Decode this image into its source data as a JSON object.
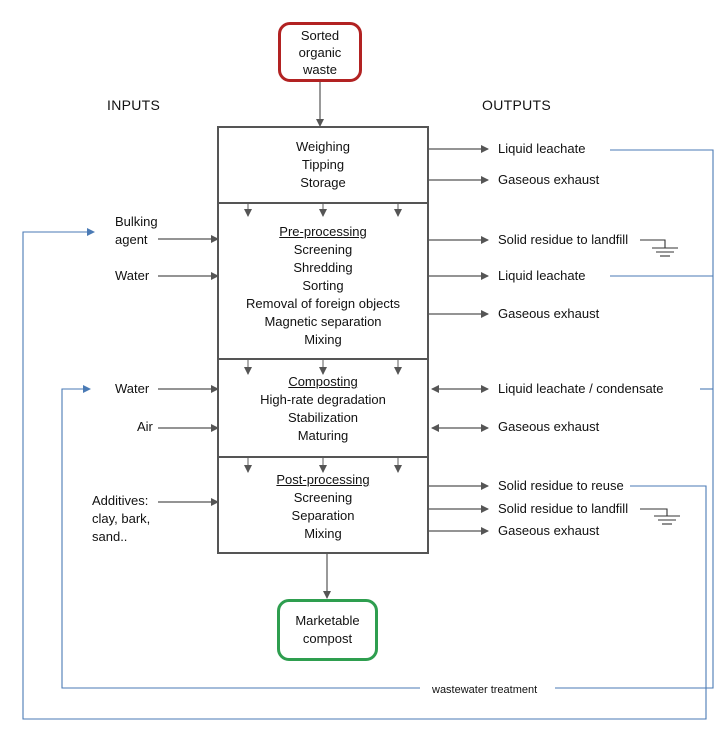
{
  "source_node": {
    "lines": [
      "Sorted",
      "organic",
      "waste"
    ],
    "border_color": "#b22222"
  },
  "headers": {
    "inputs": "INPUTS",
    "outputs": "OUTPUTS"
  },
  "stages": {
    "receiving": {
      "steps": [
        "Weighing",
        "Tipping",
        "Storage"
      ]
    },
    "pre_processing": {
      "title": "Pre-processing",
      "steps": [
        "Screening",
        "Shredding",
        "Sorting",
        "Removal of foreign objects",
        "Magnetic separation",
        "Mixing"
      ]
    },
    "composting": {
      "title": "Composting",
      "steps": [
        "High-rate degradation",
        "Stabilization",
        "Maturing"
      ]
    },
    "post_processing": {
      "title": "Post-processing",
      "steps": [
        "Screening",
        "Separation",
        "Mixing"
      ]
    }
  },
  "inputs": {
    "bulking_agent": [
      "Bulking",
      "agent"
    ],
    "water_1": "Water",
    "water_2": "Water",
    "air": "Air",
    "additives": [
      "Additives:",
      "clay, bark,",
      "sand.."
    ]
  },
  "outputs": {
    "receiving": [
      "Liquid leachate",
      "Gaseous exhaust"
    ],
    "pre_processing": [
      "Solid residue to landfill",
      "Liquid leachate",
      "Gaseous exhaust"
    ],
    "composting": [
      "Liquid leachate / condensate",
      "Gaseous exhaust"
    ],
    "post_processing": [
      "Solid residue to reuse",
      "Solid residue to landfill",
      "Gaseous exhaust"
    ]
  },
  "product_node": {
    "lines": [
      "Marketable",
      "compost"
    ],
    "border_color": "#2e9e4f"
  },
  "recycle_label": "wastewater treatment",
  "colors": {
    "flow_arrow": "#555555",
    "recycle_line": "#4a7ab5",
    "box_border": "#555555"
  }
}
